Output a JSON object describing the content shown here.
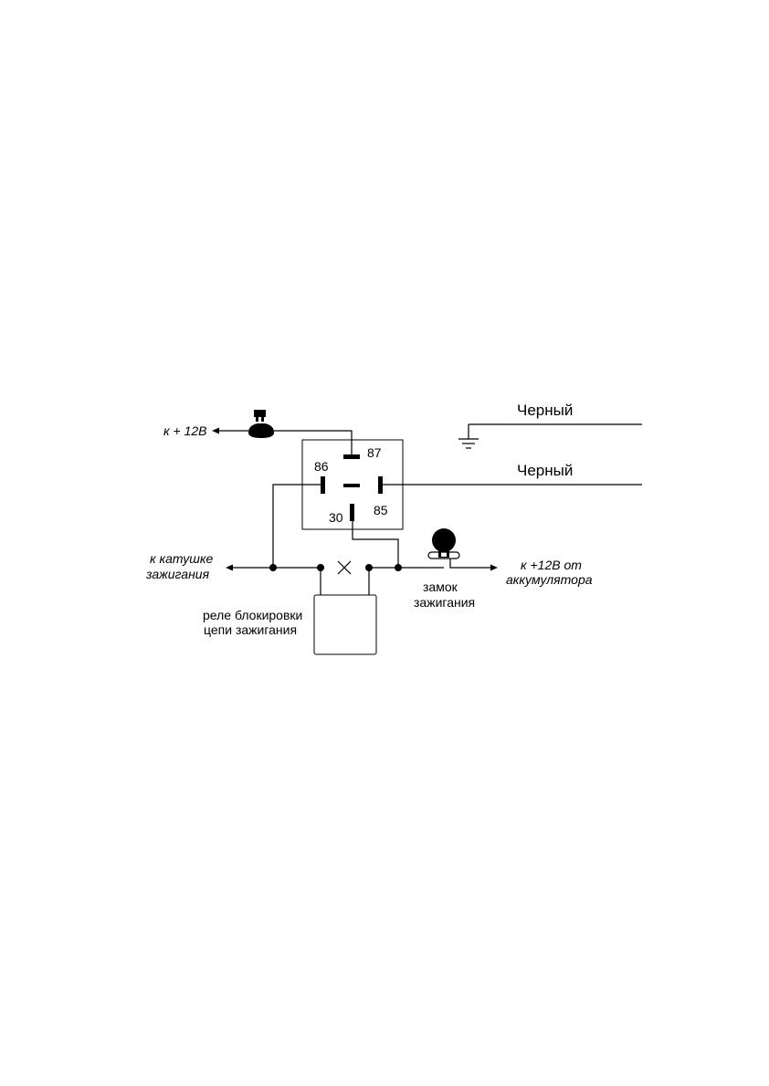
{
  "labels": {
    "wire_top": "Черный",
    "wire_mid": "Черный",
    "to_plus12": "к + 12В",
    "pin_87": "87",
    "pin_86": "86",
    "pin_85": "85",
    "pin_30": "30",
    "coil_line1": "к  катушке",
    "coil_line2": "зажигания",
    "battery_line1": "к  +12В от",
    "battery_line2": "аккумулятора",
    "lock_line1": "замок",
    "lock_line2": "зажигания",
    "block_relay_line1": "реле блокировки",
    "block_relay_line2": "цепи зажигания"
  }
}
